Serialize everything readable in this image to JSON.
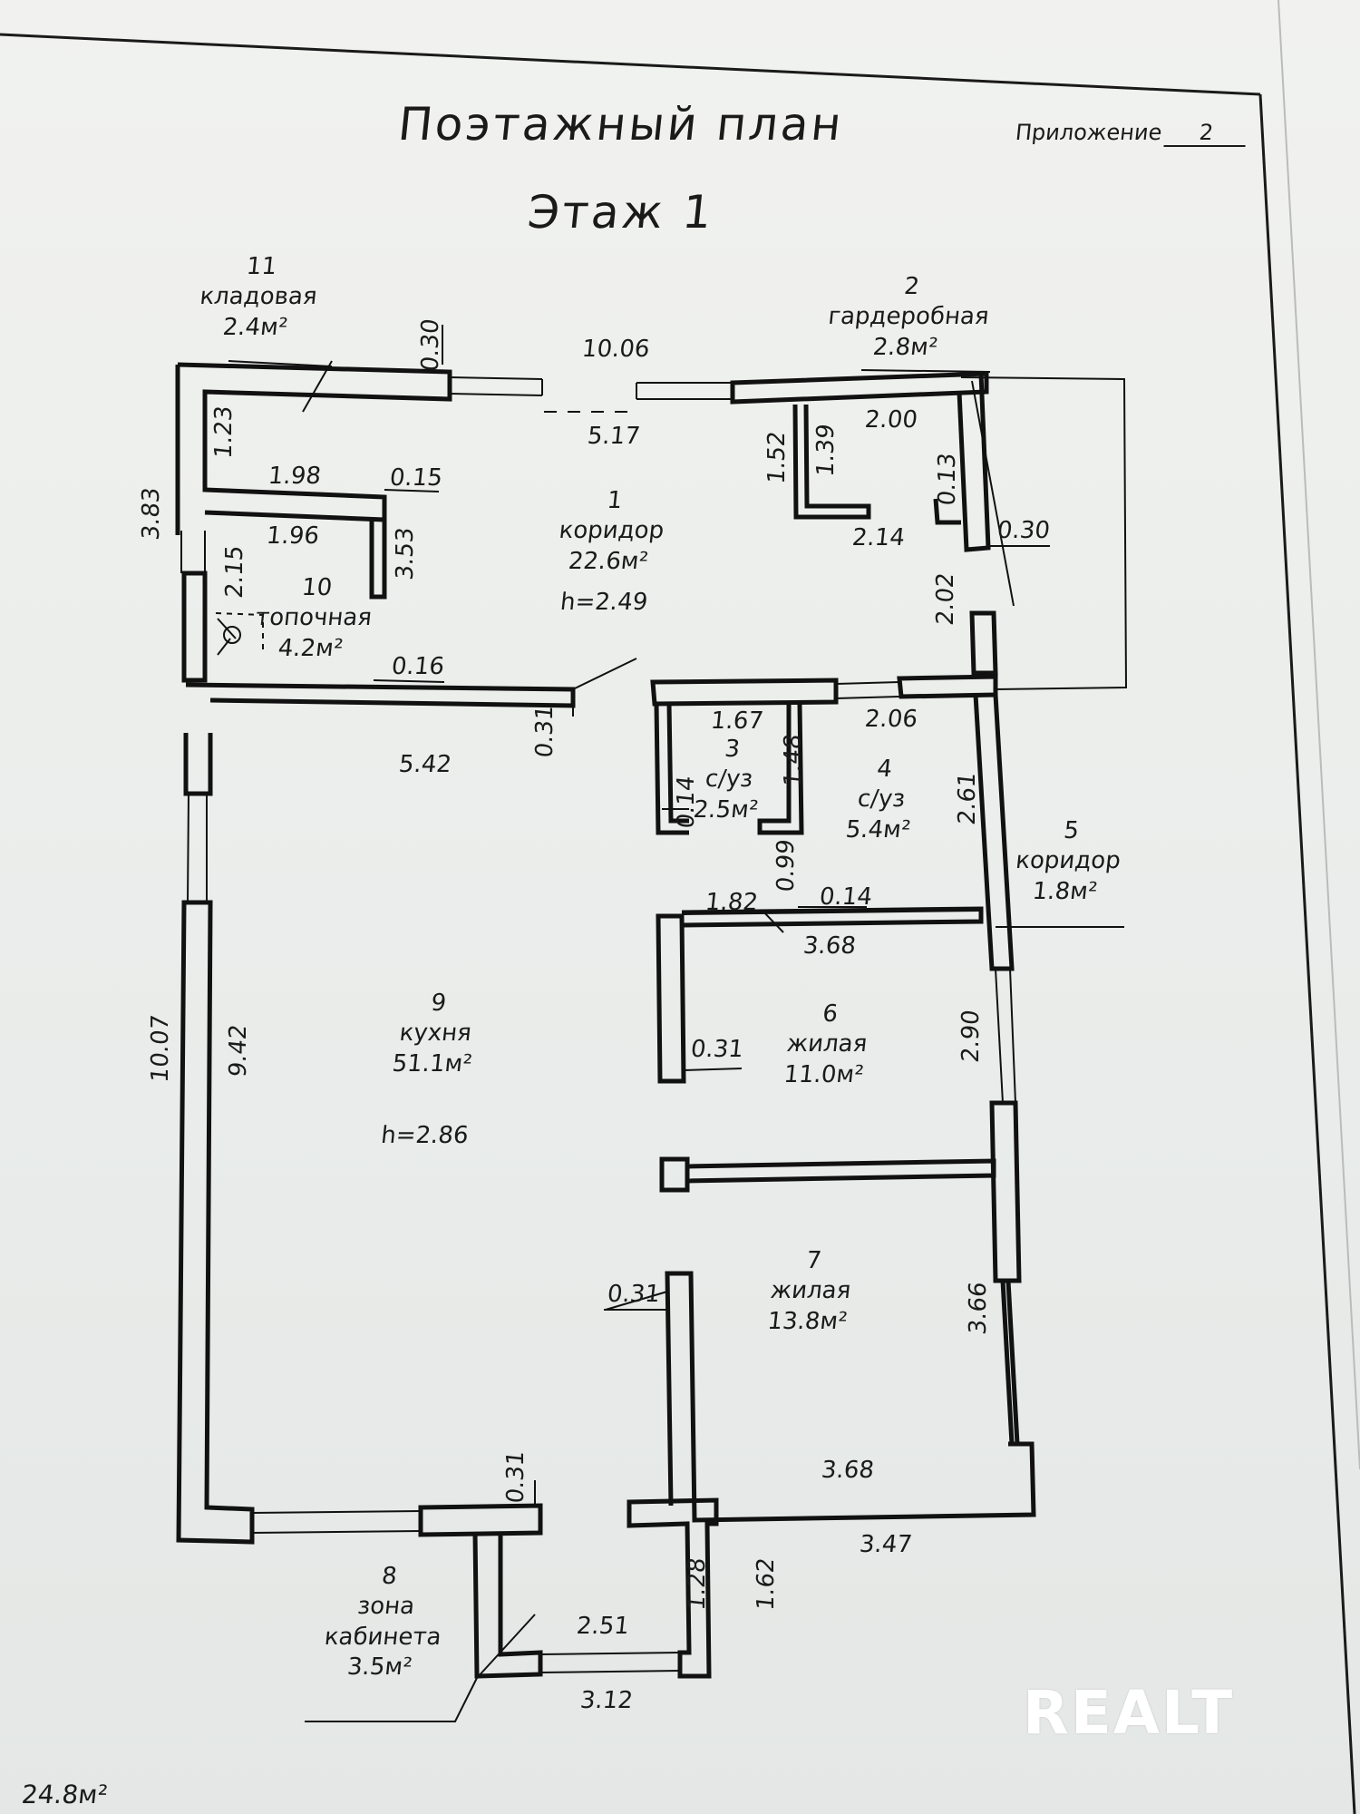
{
  "header": {
    "title": "Поэтажный план",
    "floor": "Этаж 1",
    "appendix_label": "Приложение",
    "appendix_number": "2"
  },
  "rooms": [
    {
      "number": "1",
      "name": "коридор",
      "area": "22.6м²",
      "height": "h=2.49"
    },
    {
      "number": "2",
      "name": "гардеробная",
      "area": "2.8м²"
    },
    {
      "number": "3",
      "name": "с/уз",
      "area": "2.5м²"
    },
    {
      "number": "4",
      "name": "с/уз",
      "area": "5.4м²"
    },
    {
      "number": "5",
      "name": "коридор",
      "area": "1.8м²"
    },
    {
      "number": "6",
      "name": "жилая",
      "area": "11.0м²"
    },
    {
      "number": "7",
      "name": "жилая",
      "area": "13.8м²"
    },
    {
      "number": "8",
      "name_line1": "зона",
      "name_line2": "кабинета",
      "area": "3.5м²"
    },
    {
      "number": "9",
      "name": "кухня",
      "area": "51.1м²",
      "height": "h=2.86"
    },
    {
      "number": "10",
      "name": "топочная",
      "area": "4.2м²"
    },
    {
      "number": "11",
      "name": "кладовая",
      "area": "2.4м²"
    }
  ],
  "dimensions": {
    "d_10_06": "10.06",
    "d_5_17": "5.17",
    "d_0_30_top": "0.30",
    "d_1_23": "1.23",
    "d_1_98": "1.98",
    "d_0_15": "0.15",
    "d_1_96": "1.96",
    "d_3_53": "3.53",
    "d_3_83": "3.83",
    "d_2_15": "2.15",
    "d_0_16": "0.16",
    "d_0_31_a": "0.31",
    "d_5_42": "5.42",
    "d_1_52": "1.52",
    "d_1_39": "1.39",
    "d_2_00": "2.00",
    "d_0_13": "0.13",
    "d_2_14": "2.14",
    "d_0_30_right": "0.30",
    "d_2_02": "2.02",
    "d_1_67": "1.67",
    "d_1_48": "1.48",
    "d_0_14_a": "0.14",
    "d_2_06": "2.06",
    "d_2_61": "2.61",
    "d_0_99": "0.99",
    "d_1_82": "1.82",
    "d_0_14_b": "0.14",
    "d_3_68_a": "3.68",
    "d_0_31_b": "0.31",
    "d_2_90": "2.90",
    "d_10_07": "10.07",
    "d_9_42": "9.42",
    "d_0_31_c": "0.31",
    "d_3_66": "3.66",
    "d_3_68_b": "3.68",
    "d_0_31_d": "0.31",
    "d_3_47": "3.47",
    "d_1_28": "1.28",
    "d_1_62": "1.62",
    "d_2_51": "2.51",
    "d_3_12": "3.12"
  },
  "watermark": "REALT",
  "corner_note": "24.8м²"
}
